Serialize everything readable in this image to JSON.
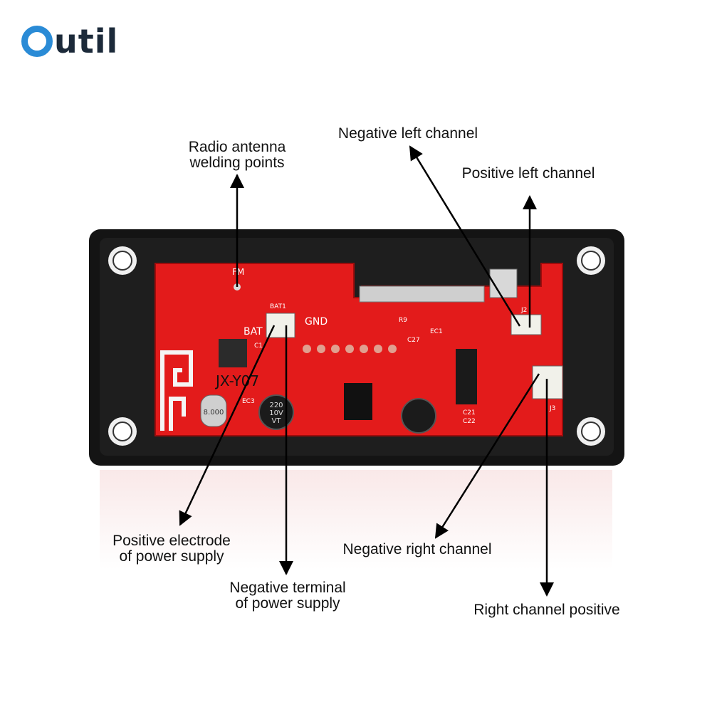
{
  "brand": {
    "logo_text": "util",
    "logo_letter_icon": "ring-o-icon",
    "accent": "#2a8bd6"
  },
  "board": {
    "silkscreen": [
      "FM",
      "BAT1",
      "BAT",
      "GND",
      "JX-Y07",
      "220",
      "10V",
      "VT",
      "EC1",
      "EC3",
      "J2",
      "J3",
      "C1",
      "C21",
      "C22",
      "C27",
      "R9",
      "8.000"
    ]
  },
  "annotations": [
    {
      "id": "radio",
      "lines": [
        "Radio antenna",
        "welding points"
      ]
    },
    {
      "id": "neg-left",
      "lines": [
        "Negative left channel"
      ]
    },
    {
      "id": "pos-left",
      "lines": [
        "Positive left channel"
      ]
    },
    {
      "id": "pos-power",
      "lines": [
        "Positive electrode",
        "of power supply"
      ]
    },
    {
      "id": "neg-power",
      "lines": [
        "Negative terminal",
        "of power supply"
      ]
    },
    {
      "id": "neg-right",
      "lines": [
        "Negative right channel"
      ]
    },
    {
      "id": "right-pos",
      "lines": [
        "Right channel positive"
      ]
    }
  ]
}
